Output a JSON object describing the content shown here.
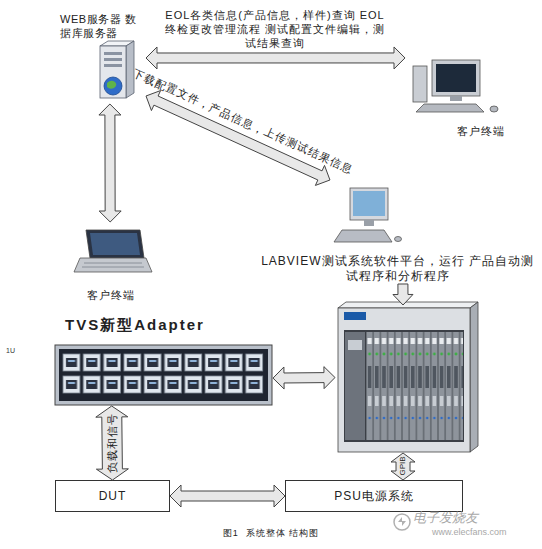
{
  "diagram": {
    "caption": "图1  系统整体 结构图",
    "nodes": [
      {
        "text": [
          "WEB服务器 数据库服务器"
        ]
      },
      {
        "text": [
          "客户终端"
        ]
      },
      {
        "text": [
          "客户终端"
        ]
      },
      {
        "text": [
          "LABVIEW测试系统软件平台，运行 产品自动测试程序和分析程序"
        ]
      },
      {
        "text": [
          "TVS新型Adapter"
        ]
      },
      {
        "text": []
      },
      {
        "text": [
          "DUT"
        ]
      },
      {
        "text": [
          "PSU电源系统"
        ]
      }
    ],
    "edges": [
      {
        "from": 0,
        "to": 1,
        "arrow": "both",
        "label": "EOL各类信息(产品信息，样件)查询 EOL终检更改管理流程 测试配置文件编辑，测试结果查询"
      },
      {
        "from": 0,
        "to": 2,
        "arrow": "both"
      },
      {
        "from": 0,
        "to": 3,
        "arrow": "both",
        "label": "下载配置文件，产品信息，上传测试结果信息"
      },
      {
        "from": 3,
        "to": 5,
        "arrow": "to"
      },
      {
        "from": 4,
        "to": 5,
        "arrow": "both"
      },
      {
        "from": 4,
        "to": 6,
        "arrow": "both",
        "label": "负载和信号"
      },
      {
        "from": 5,
        "to": 7,
        "arrow": "both",
        "label": "GPIB"
      },
      {
        "from": 6,
        "to": 7,
        "arrow": "both"
      }
    ],
    "labels": [
      "1U",
      "电子发烧友",
      "www.elecfans.com"
    ]
  }
}
